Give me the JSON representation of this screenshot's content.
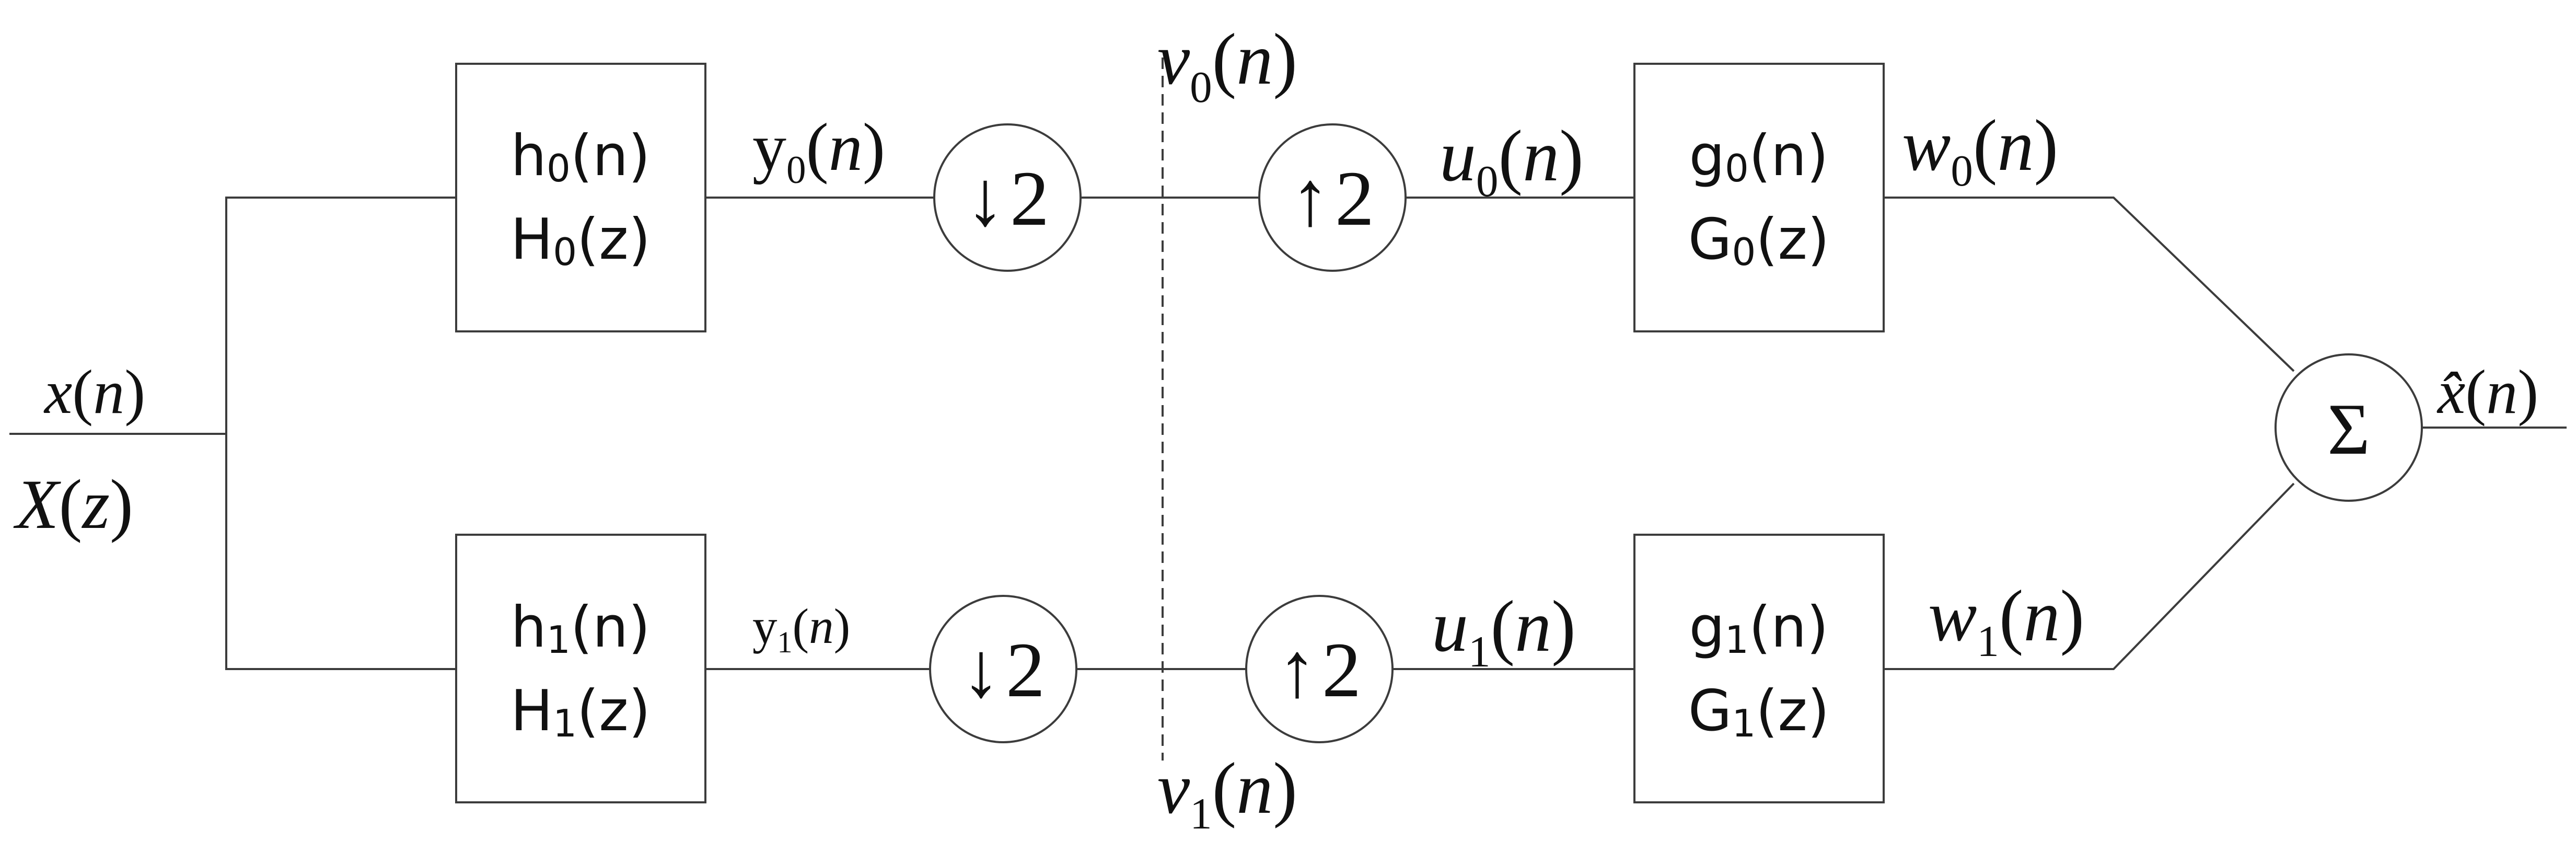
{
  "input": {
    "time": {
      "sym": "x",
      "open": "(",
      "arg": "n",
      "close": ")"
    },
    "freq": {
      "sym": "X",
      "open": "(",
      "arg": "z",
      "close": ")"
    }
  },
  "analysis": [
    {
      "impulse": {
        "base": "h",
        "sub": "0",
        "arg": "(n)"
      },
      "transfer": {
        "base": "H",
        "sub": "0",
        "arg": "(z)"
      }
    },
    {
      "impulse": {
        "base": "h",
        "sub": "1",
        "arg": "(n)"
      },
      "transfer": {
        "base": "H",
        "sub": "1",
        "arg": "(z)"
      }
    }
  ],
  "analysis_outputs": [
    {
      "base": "y",
      "sub": "0",
      "open": "(",
      "arg": "n",
      "close": ")"
    },
    {
      "base": "y",
      "sub": "1",
      "open": "(",
      "arg": "n",
      "close": ")"
    }
  ],
  "downsamplers": [
    {
      "arrow": "↓",
      "factor": "2"
    },
    {
      "arrow": "↓",
      "factor": "2"
    }
  ],
  "channel_signals": [
    {
      "base": "v",
      "sub": "0",
      "open": "(",
      "arg": "n",
      "close": ")"
    },
    {
      "base": "v",
      "sub": "1",
      "open": "(",
      "arg": "n",
      "close": ")"
    }
  ],
  "upsamplers": [
    {
      "arrow": "↑",
      "factor": "2"
    },
    {
      "arrow": "↑",
      "factor": "2"
    }
  ],
  "upsampled_signals": [
    {
      "base": "u",
      "sub": "0",
      "open": "(",
      "arg": "n",
      "close": ")"
    },
    {
      "base": "u",
      "sub": "1",
      "open": "(",
      "arg": "n",
      "close": ")"
    }
  ],
  "synthesis": [
    {
      "impulse": {
        "base": "g",
        "sub": "0",
        "arg": "(n)"
      },
      "transfer": {
        "base": "G",
        "sub": "0",
        "arg": "(z)"
      }
    },
    {
      "impulse": {
        "base": "g",
        "sub": "1",
        "arg": "(n)"
      },
      "transfer": {
        "base": "G",
        "sub": "1",
        "arg": "(z)"
      }
    }
  ],
  "synthesis_outputs": [
    {
      "base": "w",
      "sub": "0",
      "open": "(",
      "arg": "n",
      "close": ")"
    },
    {
      "base": "w",
      "sub": "1",
      "open": "(",
      "arg": "n",
      "close": ")"
    }
  ],
  "summer": {
    "symbol": "Σ"
  },
  "output": {
    "sym": "x̂",
    "open": "(",
    "arg": "n",
    "close": ")"
  }
}
